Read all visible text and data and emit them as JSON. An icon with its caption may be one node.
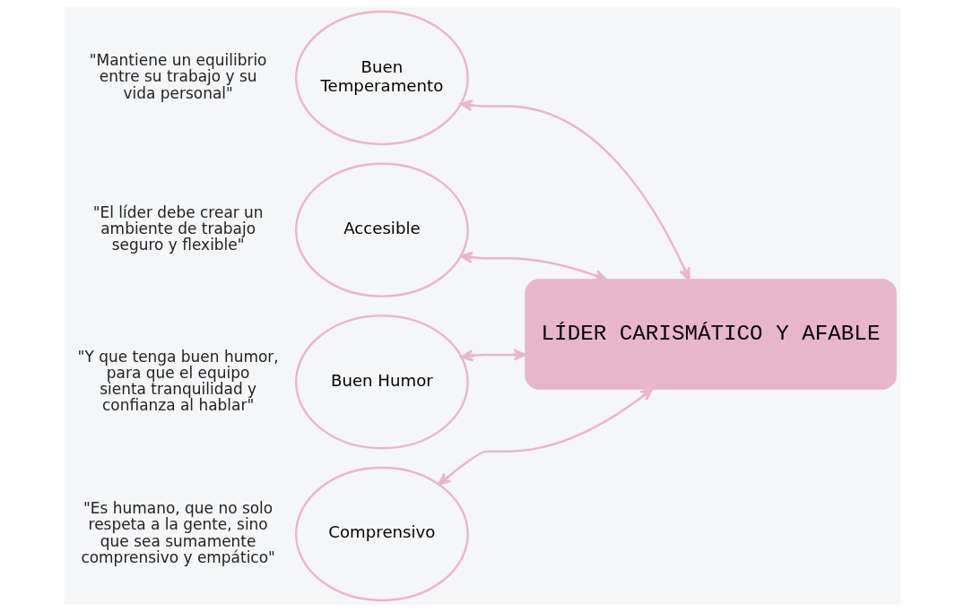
{
  "diagram": {
    "nodes": [
      {
        "text": [
          "Buen Temperamento"
        ],
        "beside": [
          "\"Mantiene un equilibrio entre su trabajo y su vida personal\""
        ]
      },
      {
        "text": [
          "Accesible"
        ],
        "beside": [
          "\"El líder debe crear un ambiente de trabajo seguro y flexible\""
        ]
      },
      {
        "text": [
          "Buen Humor"
        ],
        "beside": [
          "\"Y que tenga buen humor, para que el equipo sienta tranquilidad y confianza al hablar\""
        ]
      },
      {
        "text": [
          "Comprensivo"
        ],
        "beside": [
          "\"Es humano, que no solo respeta a la gente, sino que sea sumamente comprensivo y empático\""
        ]
      },
      {
        "text": [
          "LÍDER CARISMÁTICO Y AFABLE"
        ]
      }
    ],
    "edges": [
      {
        "from": 4,
        "to": 0,
        "arrow": "both"
      },
      {
        "from": 4,
        "to": 1,
        "arrow": "both"
      },
      {
        "from": 4,
        "to": 2,
        "arrow": "both"
      },
      {
        "from": 4,
        "to": 3,
        "arrow": "both"
      }
    ]
  }
}
